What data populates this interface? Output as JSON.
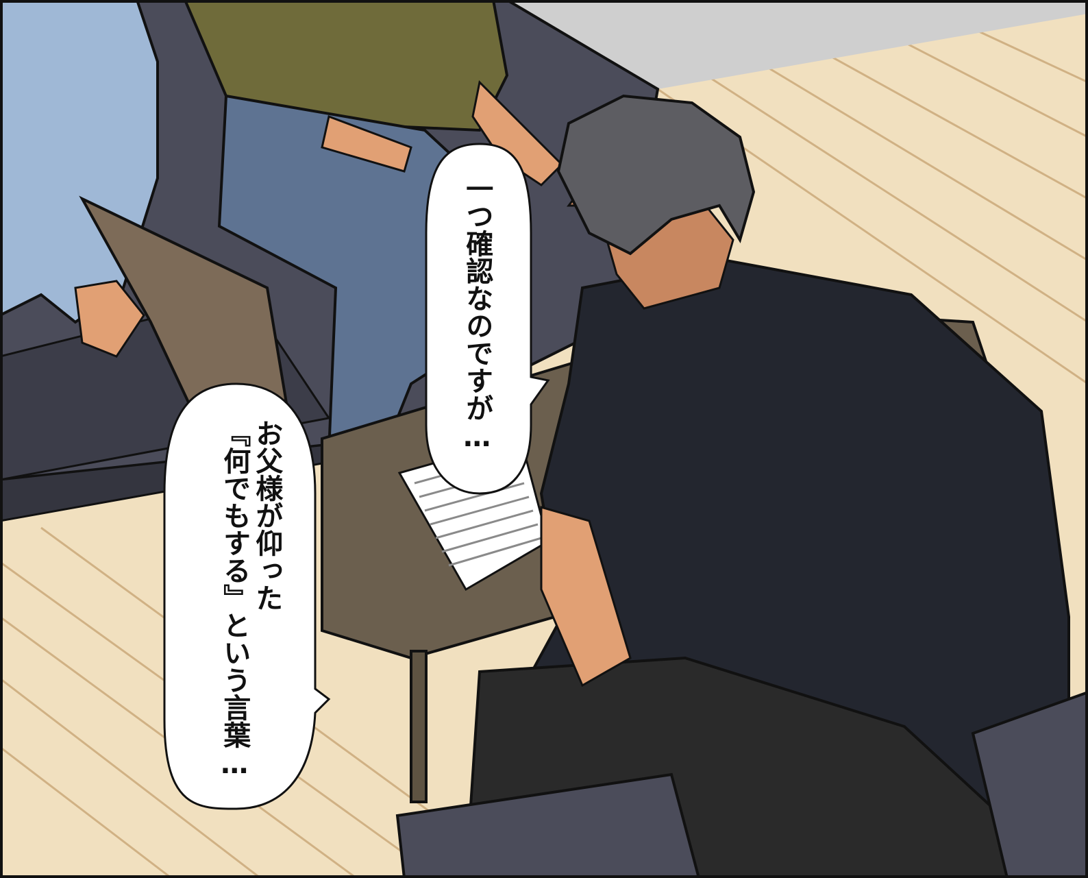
{
  "scene": {
    "palette": {
      "floor_light": "#f1e0bf",
      "floor_dark": "#d9b98a",
      "sofa": "#4b4c5a",
      "sofa_shadow": "#34353f",
      "table": "#6b5f4e",
      "shirt_blue": "#9fb8d6",
      "sweater_green": "#6f6b3a",
      "jeans": "#5e7392",
      "pants_brown": "#7d6b58",
      "shirt_dark": "#23262f",
      "pants_dark": "#2a2a2a",
      "skin": "#e1a074",
      "hair": "#5d5d62"
    }
  },
  "speech_bubbles": [
    {
      "lines": [
        "一つ確認なのですが…"
      ]
    },
    {
      "lines": [
        "お父様が仰った",
        "『何でもする』という言葉…"
      ]
    }
  ]
}
